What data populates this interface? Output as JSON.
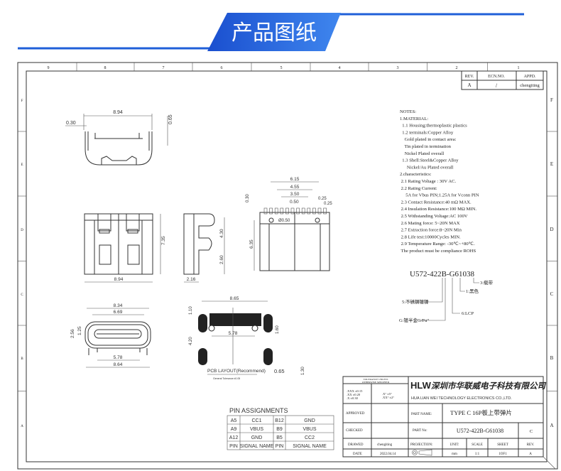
{
  "banner": {
    "title": "产品图纸",
    "accent": "#1f5fd8"
  },
  "columns": [
    "9",
    "8",
    "7",
    "6",
    "5",
    "4",
    "3",
    "2",
    "1"
  ],
  "rows": [
    "F",
    "E",
    "D",
    "C",
    "B",
    "A"
  ],
  "revision_table": {
    "headers": [
      "REV.",
      "ECN.NO.",
      "APPD."
    ],
    "values": [
      "A",
      "/",
      "chengiting"
    ]
  },
  "notes": [
    "NOTES:",
    "1.MATERIAL:",
    "  1.1 Housing:thermoplastic plastics",
    "  1.2 terminals:Copper Alloy",
    "    Gold plated in contact area:",
    "    Tin plated in termination",
    "    Nickel Plated overall",
    "  1.3 Shell:Steel&Copper Alloy",
    "      Nickel/Au Plated overall",
    "2.characteristics:",
    " 2.1 Rating Voltage : 30V AC.",
    " 2.2 Rating Current:",
    "     5A for Vbus PIN;1.25A for Vconn PIN",
    " 2.3 Contact Resistance:40 mΩ MAX.",
    " 2.4 Insulation Resistance:100 MΩ MIN.",
    " 2.5 Withstanding Voltage:AC 100V",
    " 2.6 Mating force: 5~20N MAX",
    " 2.7 Extraction force:8~20N Min",
    " 2.8 Life test:10000Cycles MIN.",
    " 2.9 Temperature Range: -30℃~+80℃.",
    " The product must be compliance ROHS"
  ],
  "part_code": {
    "code": "U572-422B-G61038",
    "legend": [
      "3:载带",
      "1:黑色",
      "5:不锈钢镀镍",
      "6:LCP",
      "G:镀半金G/Fu\""
    ]
  },
  "dimensions": {
    "top_view": [
      "8.94",
      "0.30",
      "0.65"
    ],
    "front_view": [
      "7.35",
      "8.94"
    ],
    "side_view": [
      "4.30",
      "2.60",
      "2.16"
    ],
    "bottom_view": [
      "6.15",
      "4.55",
      "3.50",
      "0.50",
      "0.25",
      "0.25",
      "0.30",
      "Ø0.50",
      "6.35"
    ],
    "end_view": [
      "8.34",
      "6.69",
      "2.56",
      "1.25",
      "5.78",
      "8.64"
    ],
    "pcb": [
      "8.65",
      "1.10",
      "4.20",
      "5.78",
      "1.60",
      "1.30",
      "0.65"
    ]
  },
  "pcb_layout": {
    "label": "PCB LAYOUT(Recommend)",
    "note": "General Tolerance:±0.05"
  },
  "pin_assignments": {
    "title": "PIN ASSIGNMENTS",
    "rows": [
      [
        "A5",
        "CC1",
        "B12",
        "GND"
      ],
      [
        "A9",
        "VBUS",
        "B9",
        "VBUS"
      ],
      [
        "A12",
        "GND",
        "B5",
        "CC2"
      ],
      [
        "PIN",
        "SIGNAL NAME",
        "PIN",
        "SIGNAL NAME"
      ]
    ]
  },
  "title_block": {
    "tolerance_title": "TOLERANCE UNLESS",
    "tolerance_sub": "OTHERWISE SPECIFIED",
    "tolerances": [
      ".XXX ±0.15",
      ".XX ±0.20",
      ".X ±0.30"
    ],
    "angles": [
      ".X° ±5°",
      ".XX° ±2°"
    ],
    "logo": "HLW",
    "company_cn": "深圳市华联威电子科技有限公司",
    "company_en": "HUA LIAN WEI TECHNOLOGY ELECTRONICS CO.,LTD.",
    "approved": "APPROVED",
    "checked": "CHECKED",
    "drawed": "DRAWED",
    "drawer": "chengiting",
    "date_label": "DATE",
    "date": "2022.04.14",
    "part_name_label": "PART NAME:",
    "part_name": "TYPE C 16P板上带弹片",
    "part_no_label": "PART No:",
    "part_no": "U572-422B-G61038",
    "part_rev": "C",
    "projection": "PROJECTION:",
    "unit_label": "UNIT:",
    "unit": "mm",
    "scale_label": "SCALE",
    "scale": "1:1",
    "sheet_label": "SHEET",
    "sheet": "1OF1",
    "rev_label": "REV.",
    "rev": "A"
  }
}
